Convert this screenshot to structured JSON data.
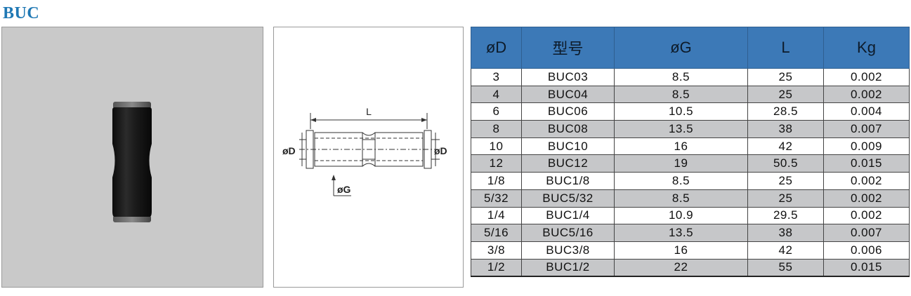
{
  "title": "BUC",
  "drawing": {
    "label_L": "L",
    "label_D_left": "øD",
    "label_D_right": "øD",
    "label_G": "øG"
  },
  "table": {
    "headers": [
      "øD",
      "型号",
      "øG",
      "L",
      "Kg"
    ],
    "rows": [
      [
        "3",
        "BUC03",
        "8.5",
        "25",
        "0.002"
      ],
      [
        "4",
        "BUC04",
        "8.5",
        "25",
        "0.002"
      ],
      [
        "6",
        "BUC06",
        "10.5",
        "28.5",
        "0.004"
      ],
      [
        "8",
        "BUC08",
        "13.5",
        "38",
        "0.007"
      ],
      [
        "10",
        "BUC10",
        "16",
        "42",
        "0.009"
      ],
      [
        "12",
        "BUC12",
        "19",
        "50.5",
        "0.015"
      ],
      [
        "1/8",
        "BUC1/8",
        "8.5",
        "25",
        "0.002"
      ],
      [
        "5/32",
        "BUC5/32",
        "8.5",
        "25",
        "0.002"
      ],
      [
        "1/4",
        "BUC1/4",
        "10.9",
        "29.5",
        "0.002"
      ],
      [
        "5/16",
        "BUC5/16",
        "13.5",
        "38",
        "0.007"
      ],
      [
        "3/8",
        "BUC3/8",
        "16",
        "42",
        "0.006"
      ],
      [
        "1/2",
        "BUC1/2",
        "22",
        "55",
        "0.015"
      ]
    ]
  },
  "colors": {
    "title": "#1f78b4",
    "header_bg": "#3c79b7",
    "alt_row_bg": "#c6c7c9",
    "photo_bg": "#c9c9c9",
    "fitting_body": "#1a1a1a"
  }
}
